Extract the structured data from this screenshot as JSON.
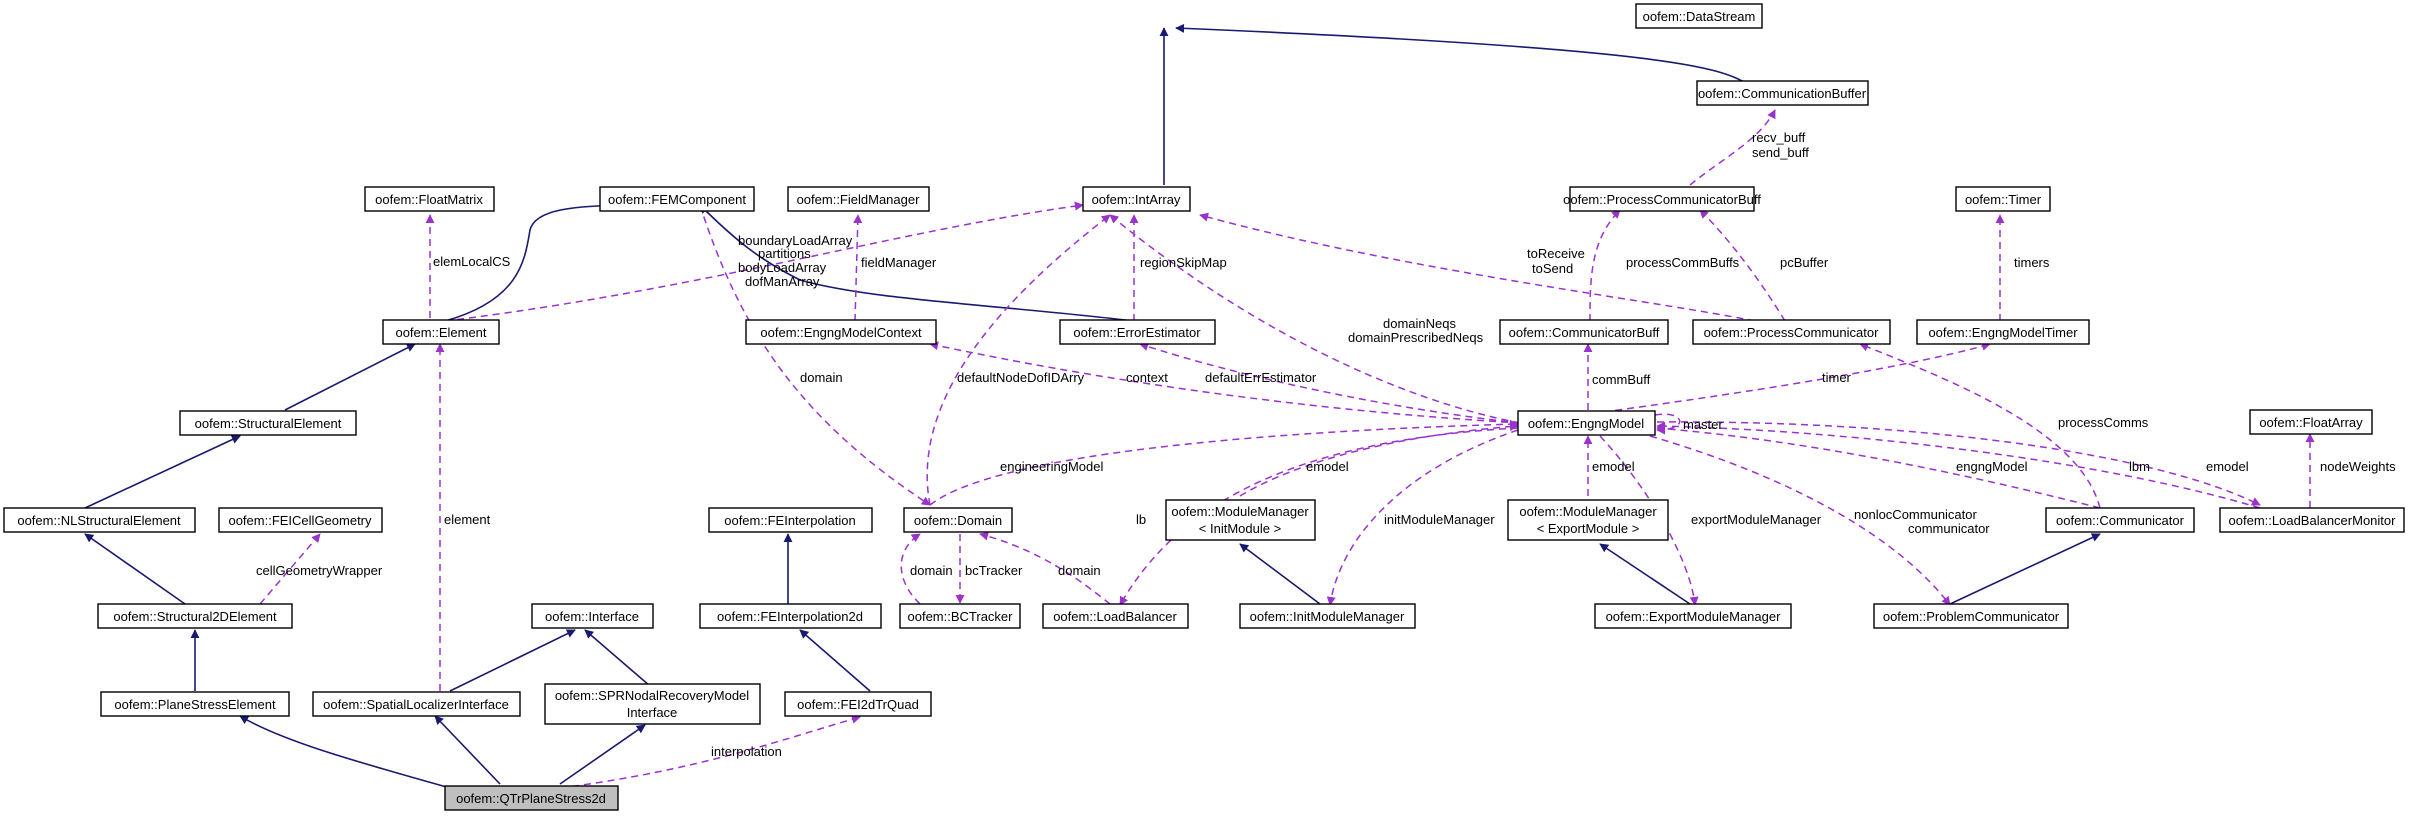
{
  "nodes": {
    "data_stream": "oofem::DataStream",
    "communication_buffer": "oofem::CommunicationBuffer",
    "float_matrix": "oofem::FloatMatrix",
    "fem_component": "oofem::FEMComponent",
    "field_manager": "oofem::FieldManager",
    "int_array": "oofem::IntArray",
    "process_communicator_buff": "oofem::ProcessCommunicatorBuff",
    "timer": "oofem::Timer",
    "element": "oofem::Element",
    "engng_model_context": "oofem::EngngModelContext",
    "error_estimator": "oofem::ErrorEstimator",
    "communicator_buff": "oofem::CommunicatorBuff",
    "process_communicator": "oofem::ProcessCommunicator",
    "engng_model_timer": "oofem::EngngModelTimer",
    "structural_element": "oofem::StructuralElement",
    "engng_model": "oofem::EngngModel",
    "float_array": "oofem::FloatArray",
    "nl_structural_element": "oofem::NLStructuralElement",
    "fei_cell_geometry": "oofem::FEICellGeometry",
    "fe_interpolation": "oofem::FEInterpolation",
    "domain": "oofem::Domain",
    "module_manager_init": [
      "oofem::ModuleManager",
      "< InitModule >"
    ],
    "module_manager_export": [
      "oofem::ModuleManager",
      "< ExportModule >"
    ],
    "communicator": "oofem::Communicator",
    "load_balancer_monitor": "oofem::LoadBalancerMonitor",
    "structural_2d_element": "oofem::Structural2DElement",
    "interface": "oofem::Interface",
    "fe_interpolation_2d": "oofem::FEInterpolation2d",
    "bc_tracker": "oofem::BCTracker",
    "load_balancer": "oofem::LoadBalancer",
    "init_module_manager": "oofem::InitModuleManager",
    "export_module_manager": "oofem::ExportModuleManager",
    "problem_communicator": "oofem::ProblemCommunicator",
    "plane_stress_element": "oofem::PlaneStressElement",
    "spatial_localizer_interface": "oofem::SpatialLocalizerInterface",
    "spr_nodal_recovery_model_interface": [
      "oofem::SPRNodalRecoveryModel",
      "Interface"
    ],
    "fei_2d_tr_quad": "oofem::FEI2dTrQuad",
    "qtr_plane_stress_2d": "oofem::QTrPlaneStress2d"
  },
  "edge_labels": {
    "recv_buff_send_buff": [
      "recv_buff",
      "send_buff"
    ],
    "elem_local_cs": "elemLocalCS",
    "element_int_arrays": [
      "boundaryLoadArray",
      "partitions",
      "bodyLoadArray",
      "dofManArray"
    ],
    "field_manager": "fieldManager",
    "region_skip_map": "regionSkipMap",
    "to_receive_to_send": [
      "toReceive",
      "toSend"
    ],
    "process_comm_buffs": "processCommBuffs",
    "pc_buffer": "pcBuffer",
    "timers": "timers",
    "domain_neqs": [
      "domainNeqs",
      "domainPrescribedNeqs"
    ],
    "domain_from_fem": "domain",
    "default_node_dof_id_arry": "defaultNodeDofIDArry",
    "context": "context",
    "default_err_estimator": "defaultErrEstimator",
    "comm_buff": "commBuff",
    "timer": "timer",
    "master": "master",
    "process_comms": "processComms",
    "engineering_model": "engineeringModel",
    "emodel_init": "emodel",
    "emodel_export": "emodel",
    "engng_model_comm": "engngModel",
    "lbm": "lbm",
    "emodel_lbm": "emodel",
    "node_weights": "nodeWeights",
    "element": "element",
    "cell_geometry_wrapper": "cellGeometryWrapper",
    "lb": "lb",
    "init_module_manager": "initModuleManager",
    "export_module_manager": "exportModuleManager",
    "nonloc_communicator": [
      "nonlocCommunicator",
      "communicator"
    ],
    "domain_bc": "domain",
    "bc_tracker": "bcTracker",
    "domain_lb": "domain",
    "interpolation": "interpolation"
  },
  "colors": {
    "inheritance_edge": "#191970",
    "usage_edge": "#9a32cd",
    "node_border": "#000000",
    "selected_node_fill": "#bfbfbf"
  }
}
